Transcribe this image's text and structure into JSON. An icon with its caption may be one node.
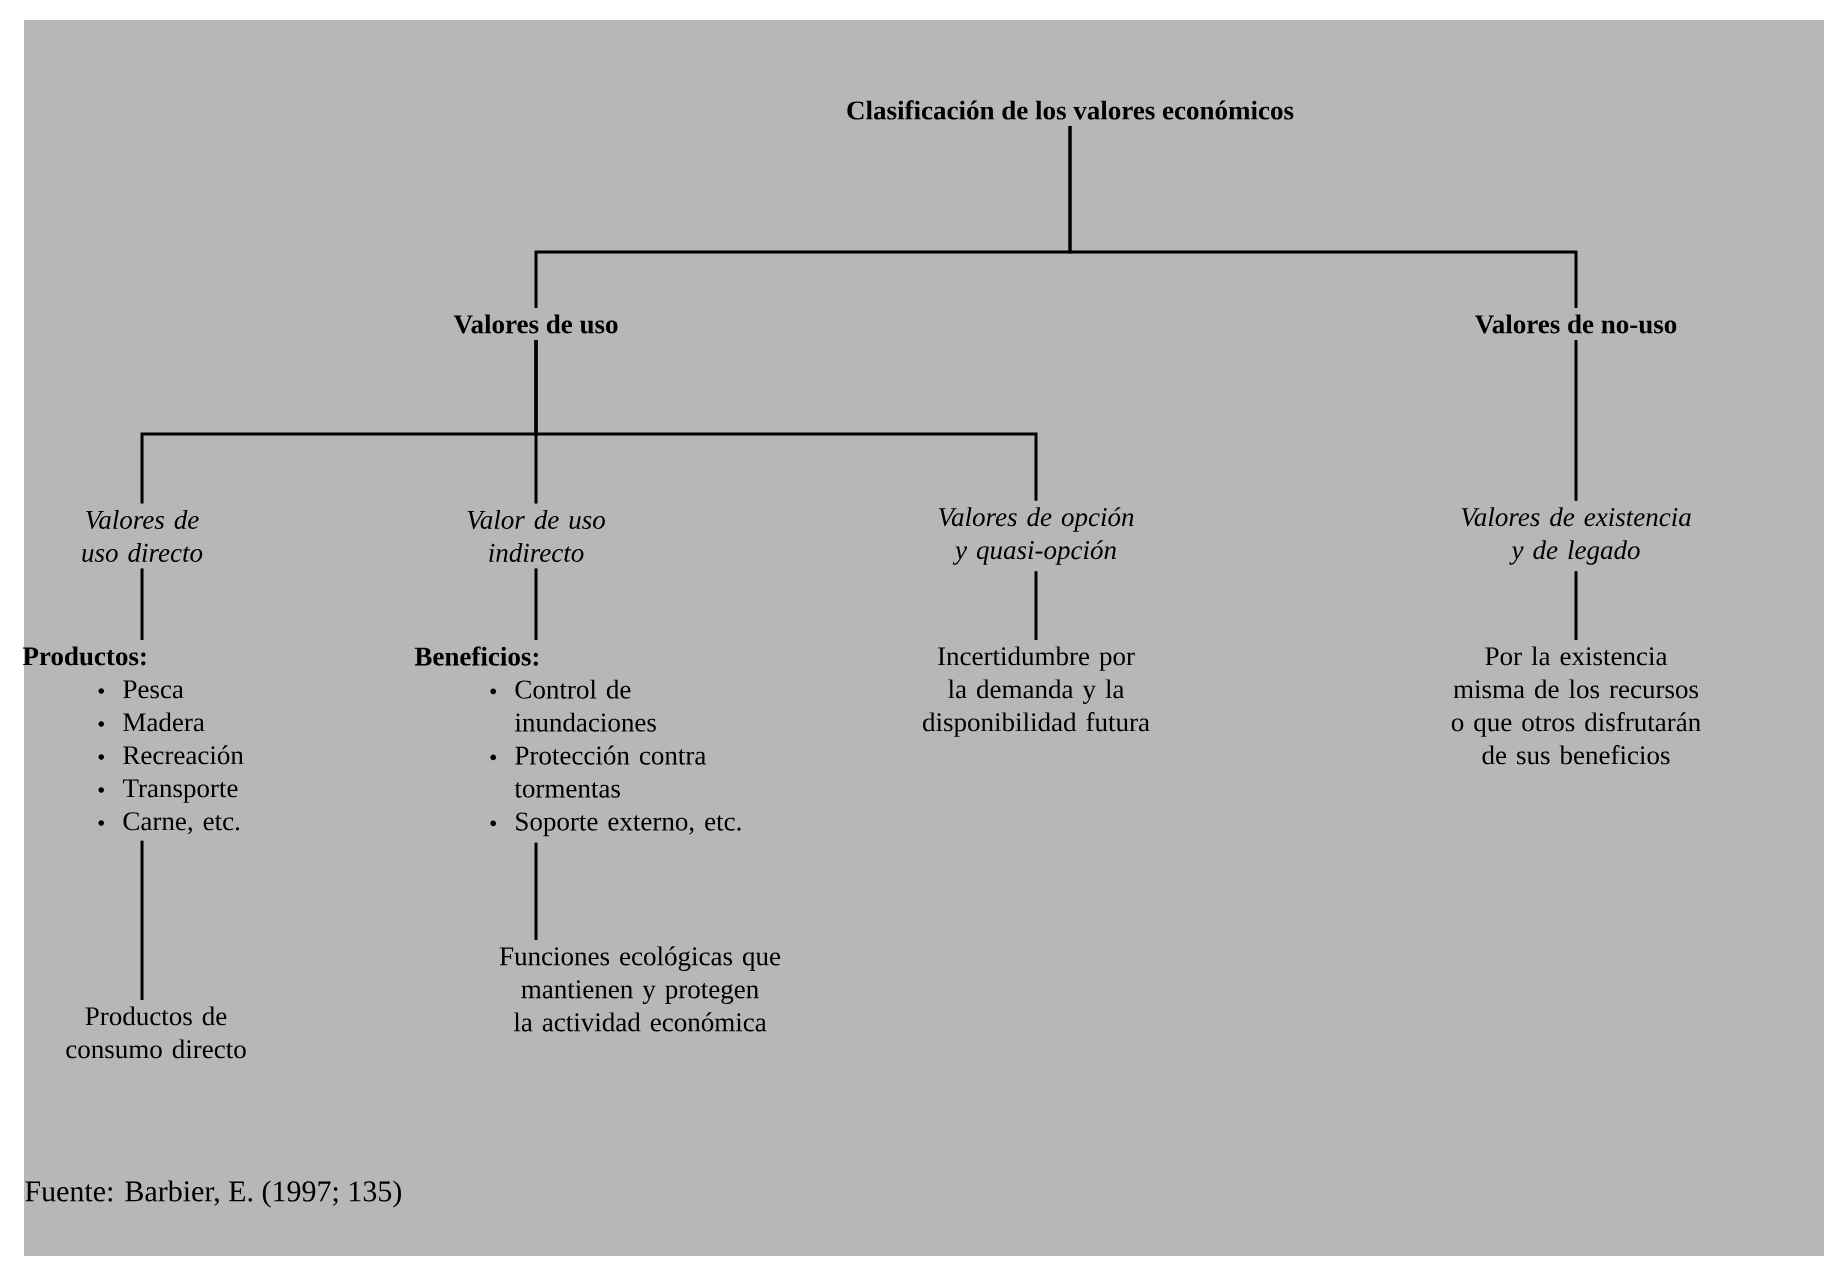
{
  "diagram": {
    "nodes": [
      {
        "text": [
          "Clasificación de los valores económicos"
        ]
      },
      {
        "text": [
          "Valores de uso"
        ]
      },
      {
        "text": [
          "Valores de no-uso"
        ]
      },
      {
        "text": [
          "Valores de uso directo"
        ]
      },
      {
        "text": [
          "Valor de uso indirecto"
        ]
      },
      {
        "text": [
          "Valores de opción y quasi-opción"
        ]
      },
      {
        "text": [
          "Valores de existencia y de legado"
        ]
      },
      {
        "text": [
          "Productos:",
          "Pesca",
          "Madera",
          "Recreación",
          "Transporte",
          "Carne, etc."
        ]
      },
      {
        "text": [
          "Beneficios:",
          "Control de inundaciones",
          "Protección contra tormentas",
          "Soporte externo, etc."
        ]
      },
      {
        "text": [
          "Incertidumbre por la demanda y la disponibilidad futura"
        ]
      },
      {
        "text": [
          "Por la existencia misma de los recursos o que otros disfrutarán de sus beneficios"
        ]
      },
      {
        "text": [
          "Productos de consumo directo"
        ]
      },
      {
        "text": [
          "Funciones ecológicas que mantienen y protegen la actividad económica"
        ]
      }
    ],
    "edges": [
      {
        "from": 0,
        "to": 1,
        "arrow": "none"
      },
      {
        "from": 0,
        "to": 2,
        "arrow": "none"
      },
      {
        "from": 1,
        "to": 3,
        "arrow": "none"
      },
      {
        "from": 1,
        "to": 4,
        "arrow": "none"
      },
      {
        "from": 1,
        "to": 5,
        "arrow": "none"
      },
      {
        "from": 2,
        "to": 6,
        "arrow": "none"
      },
      {
        "from": 3,
        "to": 7,
        "arrow": "none"
      },
      {
        "from": 4,
        "to": 8,
        "arrow": "none"
      },
      {
        "from": 5,
        "to": 9,
        "arrow": "none"
      },
      {
        "from": 6,
        "to": 10,
        "arrow": "none"
      },
      {
        "from": 7,
        "to": 11,
        "arrow": "none"
      },
      {
        "from": 8,
        "to": 12,
        "arrow": "none"
      }
    ],
    "labels": [
      "Fuente: Barbier, E. (1997; 135)"
    ]
  }
}
